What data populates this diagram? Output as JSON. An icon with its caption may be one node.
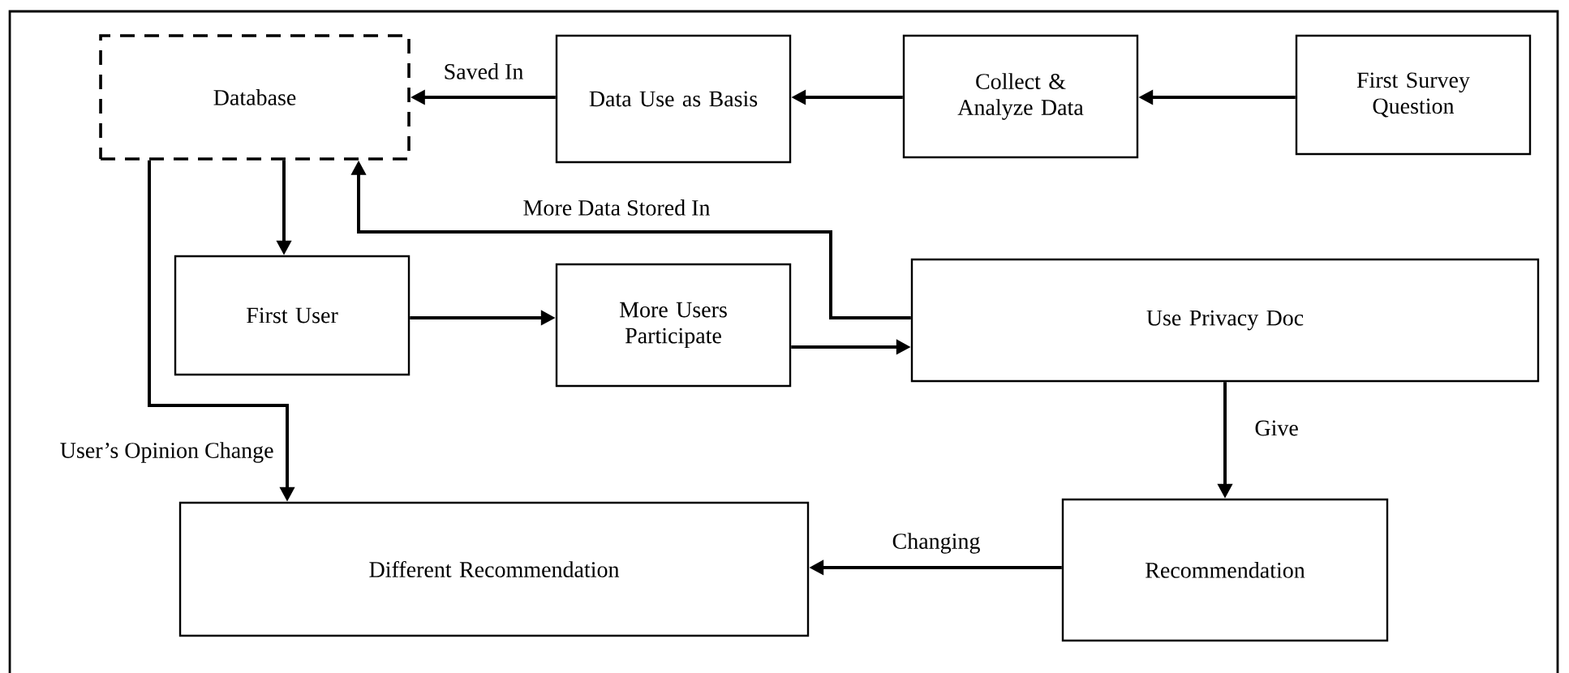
{
  "diagram": {
    "nodes": [
      {
        "text": [
          "Database"
        ]
      },
      {
        "text": [
          "Data Use as Basis"
        ]
      },
      {
        "text": [
          "Collect & Analyze Data"
        ]
      },
      {
        "text": [
          "First Survey Question"
        ]
      },
      {
        "text": [
          "First User"
        ]
      },
      {
        "text": [
          "More Users Participate"
        ]
      },
      {
        "text": [
          "Use Privacy Doc"
        ]
      },
      {
        "text": [
          "Different Recommendation"
        ]
      },
      {
        "text": [
          "Recommendation"
        ]
      }
    ],
    "edges": [
      {
        "from": 3,
        "to": 2,
        "arrow": "to"
      },
      {
        "from": 2,
        "to": 1,
        "arrow": "to"
      },
      {
        "from": 1,
        "to": 0,
        "arrow": "to",
        "label": "Saved In"
      },
      {
        "from": 0,
        "to": 4,
        "arrow": "to"
      },
      {
        "from": 4,
        "to": 5,
        "arrow": "to"
      },
      {
        "from": 5,
        "to": 6,
        "arrow": "to"
      },
      {
        "from": 6,
        "to": 0,
        "arrow": "to",
        "label": "More Data Stored In"
      },
      {
        "from": 0,
        "to": 7,
        "arrow": "to",
        "label": "User’s Opinion Change"
      },
      {
        "from": 6,
        "to": 8,
        "arrow": "to",
        "label": "Give"
      },
      {
        "from": 8,
        "to": 7,
        "arrow": "to",
        "label": "Changing"
      }
    ]
  }
}
